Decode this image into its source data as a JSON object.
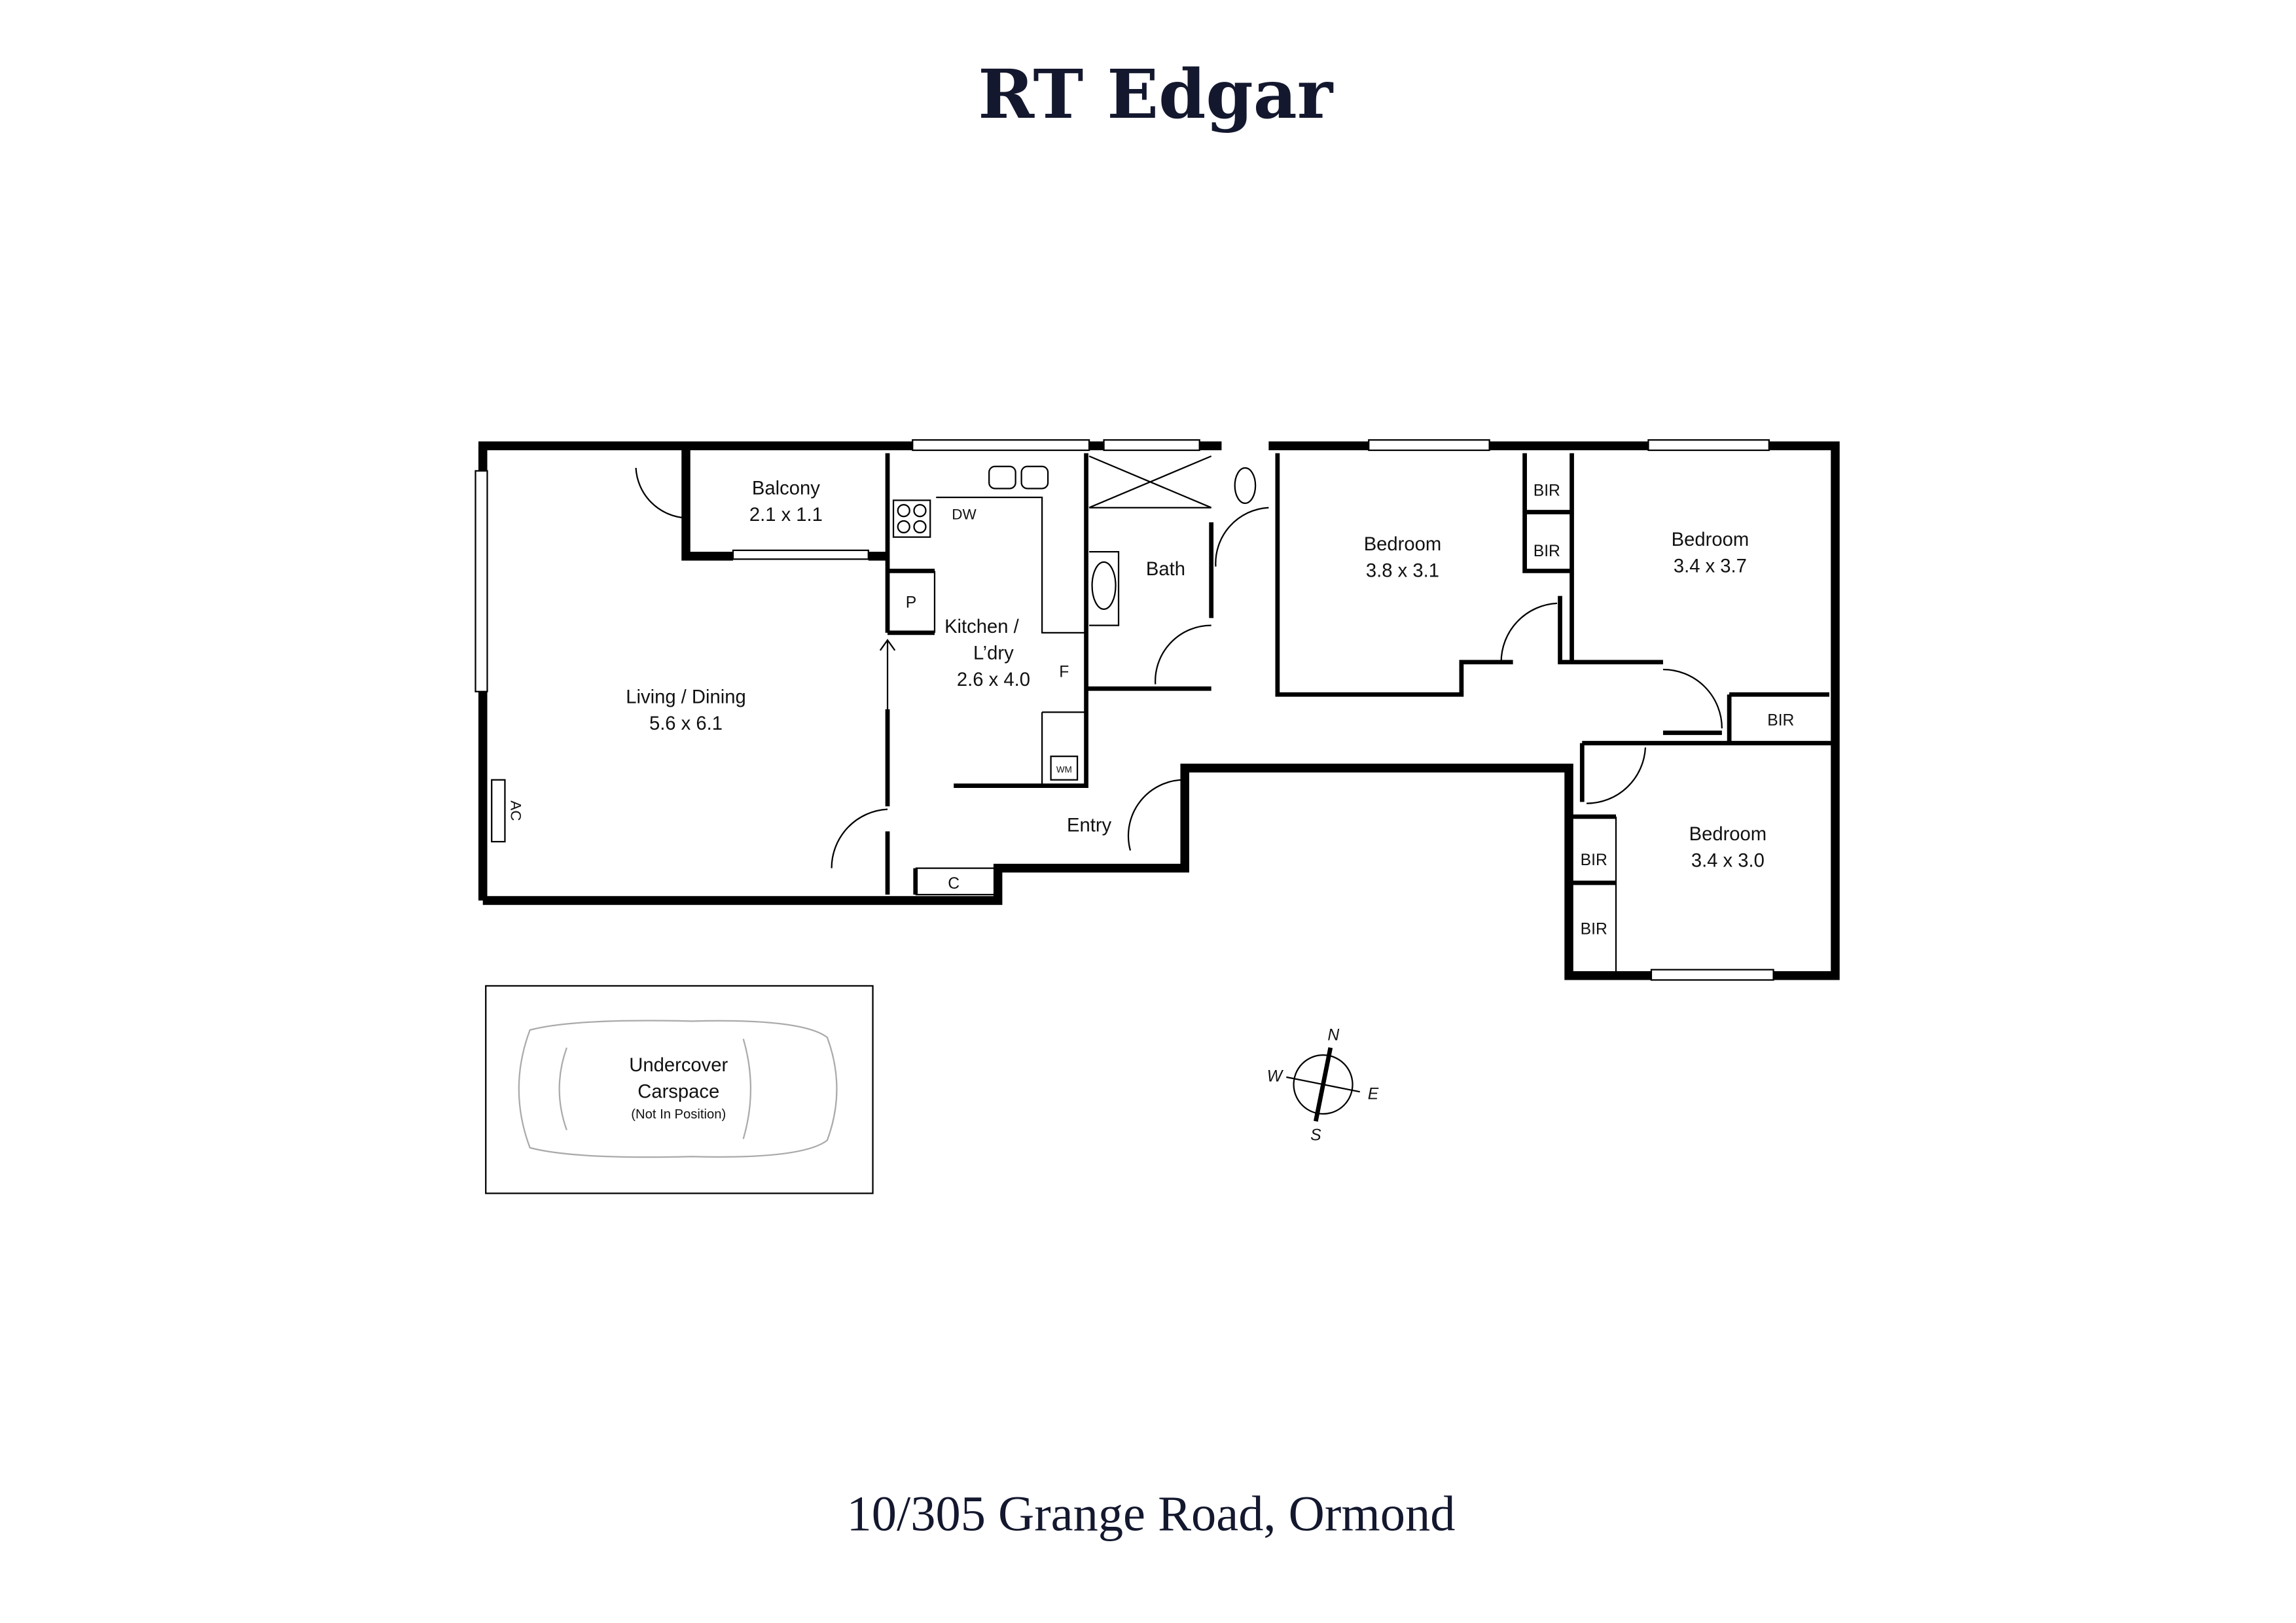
{
  "brand": "RT Edgar",
  "address": "10/305 Grange Road, Ormond",
  "rooms": {
    "balcony": {
      "name": "Balcony",
      "size": "2.1 x 1.1"
    },
    "living": {
      "name": "Living / Dining",
      "size": "5.6 x 6.1"
    },
    "kitchen": {
      "name": "Kitchen /",
      "name2": "L’dry",
      "size": "2.6 x 4.0"
    },
    "bath": {
      "name": "Bath"
    },
    "entry": {
      "name": "Entry"
    },
    "bed1": {
      "name": "Bedroom",
      "size": "3.8 x 3.1"
    },
    "bed2": {
      "name": "Bedroom",
      "size": "3.4 x 3.7"
    },
    "bed3": {
      "name": "Bedroom",
      "size": "3.4 x 3.0"
    }
  },
  "fixtures": {
    "dw": "DW",
    "p": "P",
    "f": "F",
    "wm": "WM",
    "c": "C",
    "ac": "AC",
    "bir": "BIR"
  },
  "carspace": {
    "line1": "Undercover",
    "line2": "Carspace",
    "note": "(Not In Position)"
  },
  "compass": {
    "n": "N",
    "e": "E",
    "s": "S",
    "w": "W"
  }
}
